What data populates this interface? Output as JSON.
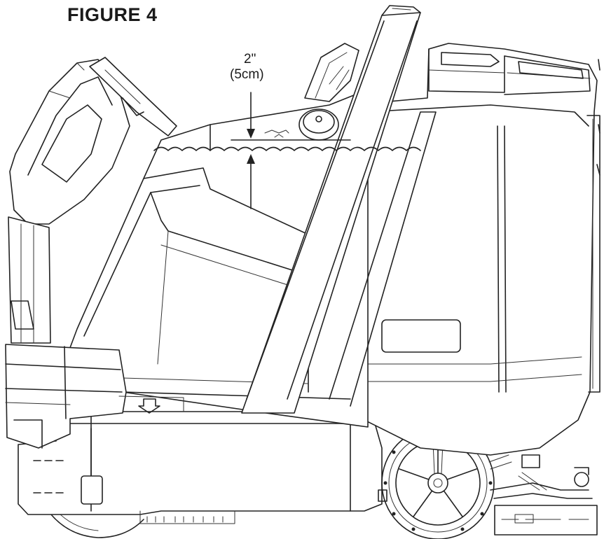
{
  "figure": {
    "title": "FIGURE 4"
  },
  "dimension": {
    "value": "2\"",
    "metric": "(5cm)"
  },
  "colors": {
    "line": "#222222",
    "background": "#ffffff"
  }
}
